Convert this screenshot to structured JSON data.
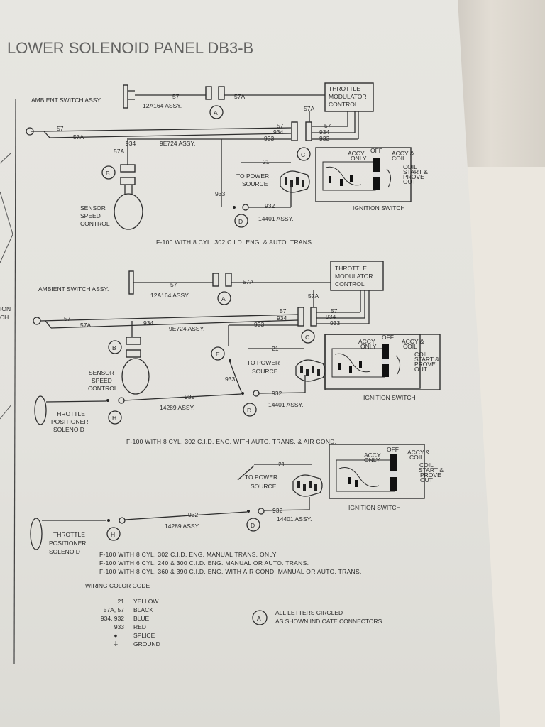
{
  "ghost_header": "LOWER SOLENOID PANEL     DB3-B",
  "section1": {
    "ambient_switch": "AMBIENT SWITCH ASSY.",
    "assy_12a164": "12A164 ASSY.",
    "throttle_modulator": [
      "THROTTLE",
      "MODULATOR",
      "CONTROL"
    ],
    "assy_9e724": "9E724 ASSY.",
    "to_power_source": [
      "TO POWER",
      "SOURCE"
    ],
    "sensor_speed_control": [
      "SENSOR",
      "SPEED",
      "CONTROL"
    ],
    "assy_14401": "14401 ASSY.",
    "ignition_switch": "IGNITION SWITCH",
    "caption": "F-100 WITH 8 CYL. 302 C.I.D. ENG. & AUTO. TRANS."
  },
  "section2": {
    "ambient_switch": "AMBIENT SWITCH ASSY.",
    "assy_12a164": "12A164 ASSY.",
    "throttle_modulator": [
      "THROTTLE",
      "MODULATOR",
      "CONTROL"
    ],
    "assy_9e724": "9E724 ASSY.",
    "to_power_source": [
      "TO POWER",
      "SOURCE"
    ],
    "sensor_speed_control": [
      "SENSOR",
      "SPEED",
      "CONTROL"
    ],
    "throttle_positioner": [
      "THROTTLE",
      "POSITIONER",
      "SOLENOID"
    ],
    "assy_14289": "14289 ASSY.",
    "assy_14401": "14401 ASSY.",
    "ignition_switch": "IGNITION SWITCH",
    "caption": "F-100 WITH 8 CYL. 302 C.I.D. ENG. WITH AUTO. TRANS. & AIR COND."
  },
  "section3": {
    "to_power_source": [
      "TO POWER",
      "SOURCE"
    ],
    "throttle_positioner": [
      "THROTTLE",
      "POSITIONER",
      "SOLENOID"
    ],
    "assy_14289": "14289 ASSY.",
    "assy_14401": "14401 ASSY.",
    "ignition_switch": "IGNITION SWITCH",
    "captions": [
      "F-100 WITH 8 CYL. 302 C.I.D. ENG. MANUAL TRANS. ONLY",
      "F-100 WITH 6 CYL. 240 & 300 C.I.D. ENG. MANUAL OR AUTO. TRANS.",
      "F-100 WITH 8 CYL. 360 & 390 C.I.D. ENG. WITH AIR COND. MANUAL OR AUTO. TRANS."
    ]
  },
  "ignition_labels": {
    "accy_only": [
      "ACCY",
      "ONLY"
    ],
    "off": "OFF",
    "accy_coil": [
      "ACCY &",
      "COIL"
    ],
    "coil_start_prove_out": [
      "COIL",
      "START &",
      "PROVE",
      "OUT"
    ]
  },
  "wire_numbers": {
    "w57": "57",
    "w57a": "57A",
    "w934": "934",
    "w933": "933",
    "w932": "932",
    "w21": "21"
  },
  "connectors": {
    "A": "A",
    "B": "B",
    "C": "C",
    "D": "D",
    "E": "E",
    "H": "H"
  },
  "legend": {
    "title": "WIRING COLOR CODE",
    "rows": [
      {
        "code": "21",
        "color": "YELLOW"
      },
      {
        "code": "57A, 57",
        "color": "BLACK"
      },
      {
        "code": "934, 932",
        "color": "BLUE"
      },
      {
        "code": "933",
        "color": "RED"
      },
      {
        "code": "●",
        "color": "SPLICE"
      },
      {
        "code": "⏚",
        "color": "GROUND"
      }
    ],
    "connector_note_letter": "A",
    "connector_note": [
      "ALL LETTERS CIRCLED",
      "AS SHOWN INDICATE CONNECTORS."
    ]
  },
  "margin_marks": [
    "ION",
    "CH"
  ]
}
